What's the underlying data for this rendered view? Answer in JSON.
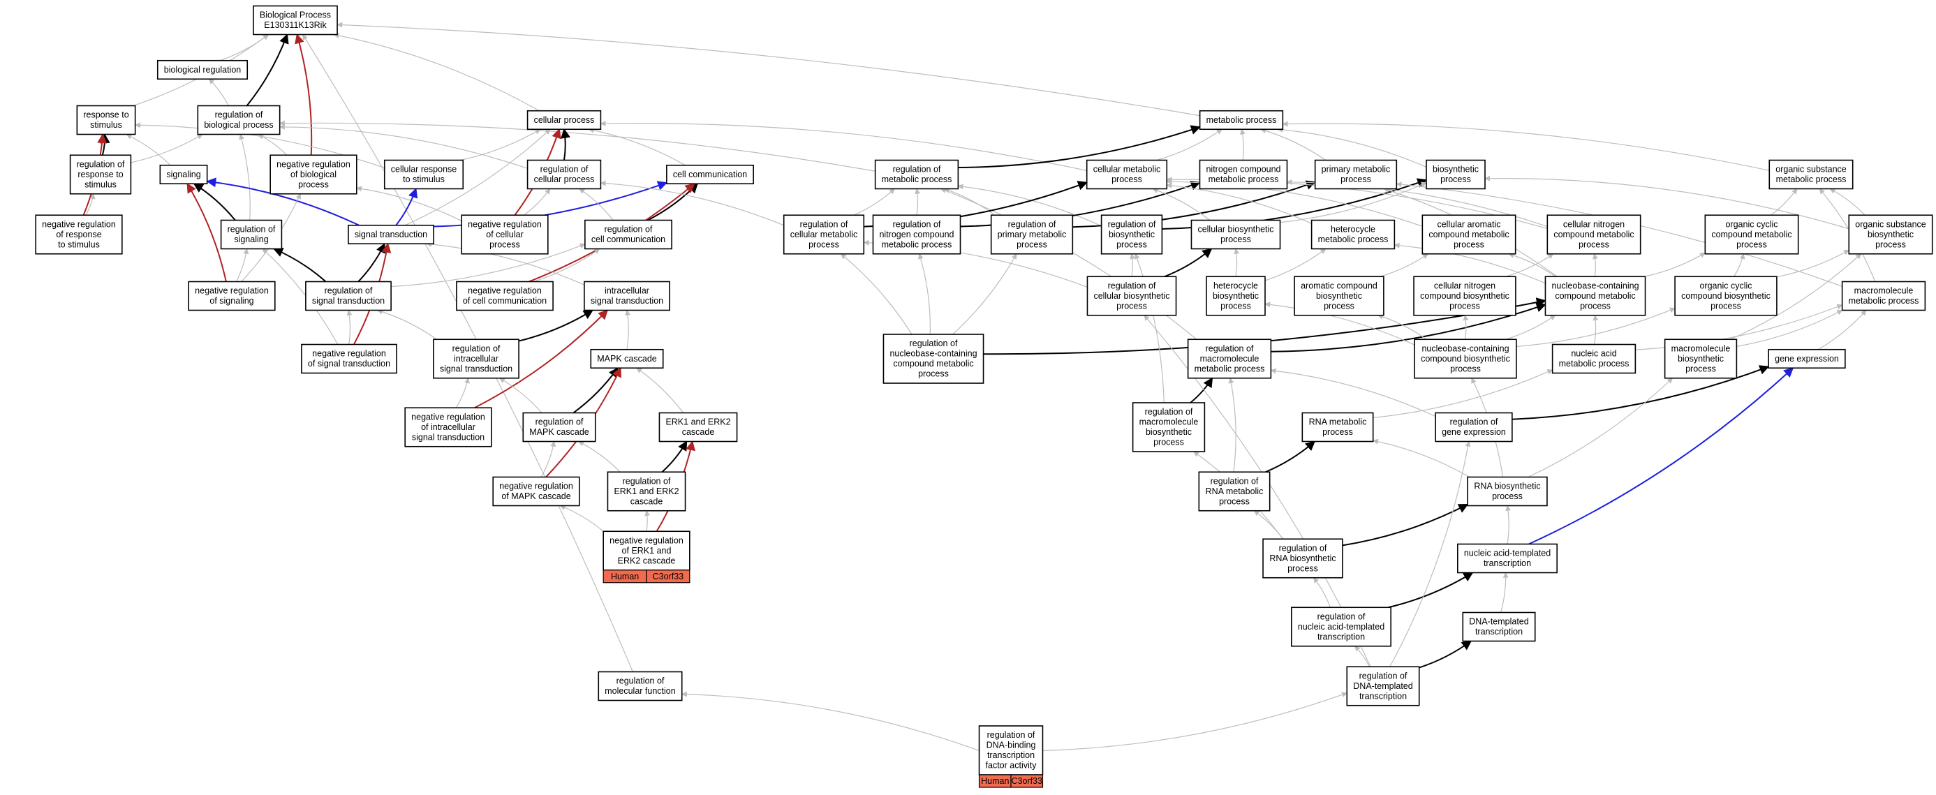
{
  "colors": {
    "gray": "#bdbdbd",
    "black": "#000000",
    "red": "#b22222",
    "blue": "#1f1fe0",
    "badge": "#f26b4f"
  },
  "nodes": [
    {
      "id": "bp",
      "lines": [
        "Biological Process",
        "E130311K13Rik"
      ]
    },
    {
      "id": "bioreg",
      "lines": [
        "biological regulation"
      ]
    },
    {
      "id": "rts",
      "lines": [
        "response to",
        "stimulus"
      ]
    },
    {
      "id": "rbp",
      "lines": [
        "regulation of",
        "biological process"
      ]
    },
    {
      "id": "cp",
      "lines": [
        "cellular process"
      ]
    },
    {
      "id": "mp",
      "lines": [
        "metabolic process"
      ]
    },
    {
      "id": "rrts",
      "lines": [
        "regulation of",
        "response to",
        "stimulus"
      ]
    },
    {
      "id": "sig",
      "lines": [
        "signaling"
      ]
    },
    {
      "id": "nrbp",
      "lines": [
        "negative regulation",
        "of biological",
        "process"
      ]
    },
    {
      "id": "crts",
      "lines": [
        "cellular response",
        "to stimulus"
      ]
    },
    {
      "id": "rcp",
      "lines": [
        "regulation of",
        "cellular process"
      ]
    },
    {
      "id": "cc",
      "lines": [
        "cell communication"
      ]
    },
    {
      "id": "rmp",
      "lines": [
        "regulation of",
        "metabolic process"
      ]
    },
    {
      "id": "cmp",
      "lines": [
        "cellular metabolic",
        "process"
      ]
    },
    {
      "id": "ncmp",
      "lines": [
        "nitrogen compound",
        "metabolic process"
      ]
    },
    {
      "id": "pmp",
      "lines": [
        "primary metabolic",
        "process"
      ]
    },
    {
      "id": "bsp",
      "lines": [
        "biosynthetic",
        "process"
      ]
    },
    {
      "id": "osmp",
      "lines": [
        "organic substance",
        "metabolic process"
      ]
    },
    {
      "id": "nrrts",
      "lines": [
        "negative regulation",
        "of response",
        "to stimulus"
      ]
    },
    {
      "id": "rsig",
      "lines": [
        "regulation of",
        "signaling"
      ]
    },
    {
      "id": "st",
      "lines": [
        "signal transduction"
      ]
    },
    {
      "id": "nrcp",
      "lines": [
        "negative regulation",
        "of cellular",
        "process"
      ]
    },
    {
      "id": "rcc",
      "lines": [
        "regulation of",
        "cell communication"
      ]
    },
    {
      "id": "rcmp",
      "lines": [
        "regulation of",
        "cellular metabolic",
        "process"
      ]
    },
    {
      "id": "rncmp",
      "lines": [
        "regulation of",
        "nitrogen compound",
        "metabolic process"
      ]
    },
    {
      "id": "rpmp",
      "lines": [
        "regulation of",
        "primary metabolic",
        "process"
      ]
    },
    {
      "id": "rbsp",
      "lines": [
        "regulation of",
        "biosynthetic",
        "process"
      ]
    },
    {
      "id": "cbp",
      "lines": [
        "cellular biosynthetic",
        "process"
      ]
    },
    {
      "id": "hmp",
      "lines": [
        "heterocycle",
        "metabolic process"
      ]
    },
    {
      "id": "camp",
      "lines": [
        "cellular aromatic",
        "compound metabolic",
        "process"
      ]
    },
    {
      "id": "cnmp",
      "lines": [
        "cellular nitrogen",
        "compound metabolic",
        "process"
      ]
    },
    {
      "id": "occmp",
      "lines": [
        "organic cyclic",
        "compound metabolic",
        "process"
      ]
    },
    {
      "id": "osbp",
      "lines": [
        "organic substance",
        "biosynthetic",
        "process"
      ]
    },
    {
      "id": "nrsig",
      "lines": [
        "negative regulation",
        "of signaling"
      ]
    },
    {
      "id": "rst",
      "lines": [
        "regulation of",
        "signal transduction"
      ]
    },
    {
      "id": "nrcc",
      "lines": [
        "negative regulation",
        "of cell communication"
      ]
    },
    {
      "id": "ist",
      "lines": [
        "intracellular",
        "signal transduction"
      ]
    },
    {
      "id": "rcbp",
      "lines": [
        "regulation of",
        "cellular biosynthetic",
        "process"
      ]
    },
    {
      "id": "hbp",
      "lines": [
        "heterocycle",
        "biosynthetic",
        "process"
      ]
    },
    {
      "id": "acbp",
      "lines": [
        "aromatic compound",
        "biosynthetic",
        "process"
      ]
    },
    {
      "id": "cncbp",
      "lines": [
        "cellular nitrogen",
        "compound biosynthetic",
        "process"
      ]
    },
    {
      "id": "nbcmp",
      "lines": [
        "nucleobase-containing",
        "compound metabolic",
        "process"
      ]
    },
    {
      "id": "occbp",
      "lines": [
        "organic cyclic",
        "compound biosynthetic",
        "process"
      ]
    },
    {
      "id": "mmp",
      "lines": [
        "macromolecule",
        "metabolic process"
      ]
    },
    {
      "id": "nrst",
      "lines": [
        "negative regulation",
        "of signal transduction"
      ]
    },
    {
      "id": "rist",
      "lines": [
        "regulation of",
        "intracellular",
        "signal transduction"
      ]
    },
    {
      "id": "mapk",
      "lines": [
        "MAPK cascade"
      ]
    },
    {
      "id": "rnbcmp",
      "lines": [
        "regulation of",
        "nucleobase-containing",
        "compound metabolic",
        "process"
      ]
    },
    {
      "id": "rmmp",
      "lines": [
        "regulation of",
        "macromolecule",
        "metabolic process"
      ]
    },
    {
      "id": "nbcbp",
      "lines": [
        "nucleobase-containing",
        "compound biosynthetic",
        "process"
      ]
    },
    {
      "id": "namp",
      "lines": [
        "nucleic acid",
        "metabolic process"
      ]
    },
    {
      "id": "mbp",
      "lines": [
        "macromolecule",
        "biosynthetic",
        "process"
      ]
    },
    {
      "id": "ge",
      "lines": [
        "gene expression"
      ]
    },
    {
      "id": "nrist",
      "lines": [
        "negative regulation",
        "of intracellular",
        "signal transduction"
      ]
    },
    {
      "id": "rmapk",
      "lines": [
        "regulation of",
        "MAPK cascade"
      ]
    },
    {
      "id": "erk",
      "lines": [
        "ERK1 and ERK2",
        "cascade"
      ]
    },
    {
      "id": "rmbp",
      "lines": [
        "regulation of",
        "macromolecule",
        "biosynthetic",
        "process"
      ]
    },
    {
      "id": "rnamp",
      "lines": [
        "RNA metabolic",
        "process"
      ]
    },
    {
      "id": "rge",
      "lines": [
        "regulation of",
        "gene expression"
      ]
    },
    {
      "id": "nrmapk",
      "lines": [
        "negative regulation",
        "of MAPK cascade"
      ]
    },
    {
      "id": "rerk",
      "lines": [
        "regulation of",
        "ERK1 and ERK2",
        "cascade"
      ]
    },
    {
      "id": "rrnamp",
      "lines": [
        "regulation of",
        "RNA metabolic",
        "process"
      ]
    },
    {
      "id": "rnabp",
      "lines": [
        "RNA biosynthetic",
        "process"
      ]
    },
    {
      "id": "nrerk",
      "lines": [
        "negative regulation",
        "of ERK1 and",
        "ERK2 cascade"
      ],
      "badge": [
        "Human",
        "C3orf33"
      ]
    },
    {
      "id": "rrnabp",
      "lines": [
        "regulation of",
        "RNA biosynthetic",
        "process"
      ]
    },
    {
      "id": "natt",
      "lines": [
        "nucleic acid-templated",
        "transcription"
      ]
    },
    {
      "id": "dtt",
      "lines": [
        "DNA-templated",
        "transcription"
      ]
    },
    {
      "id": "rnatt",
      "lines": [
        "regulation of",
        "nucleic acid-templated",
        "transcription"
      ]
    },
    {
      "id": "rmf",
      "lines": [
        "regulation of",
        "molecular function"
      ]
    },
    {
      "id": "rdtt",
      "lines": [
        "regulation of",
        "DNA-templated",
        "transcription"
      ]
    },
    {
      "id": "rdbtfa",
      "lines": [
        "regulation of",
        "DNA-binding",
        "transcription",
        "factor activity"
      ],
      "badge": [
        "Human",
        "C3orf33"
      ]
    }
  ],
  "edges": [
    [
      "bioreg",
      "bp",
      "gray"
    ],
    [
      "rts",
      "bp",
      "gray"
    ],
    [
      "rbp",
      "bp",
      "black"
    ],
    [
      "nrbp",
      "bp",
      "red"
    ],
    [
      "cp",
      "bp",
      "gray"
    ],
    [
      "mp",
      "bp",
      "gray"
    ],
    [
      "rmf",
      "bp",
      "gray"
    ],
    [
      "rbp",
      "bioreg",
      "gray"
    ],
    [
      "rrts",
      "rts",
      "black"
    ],
    [
      "nrrts",
      "rts",
      "red"
    ],
    [
      "crts",
      "rts",
      "gray"
    ],
    [
      "sig",
      "rts",
      "gray"
    ],
    [
      "rrts",
      "rbp",
      "gray"
    ],
    [
      "rsig",
      "rbp",
      "gray"
    ],
    [
      "nrbp",
      "rbp",
      "gray"
    ],
    [
      "rcp",
      "rbp",
      "gray"
    ],
    [
      "rmp",
      "rbp",
      "gray"
    ],
    [
      "crts",
      "cp",
      "gray"
    ],
    [
      "rcp",
      "cp",
      "black"
    ],
    [
      "cc",
      "cp",
      "gray"
    ],
    [
      "nrcp",
      "cp",
      "red"
    ],
    [
      "cmp",
      "cp",
      "gray"
    ],
    [
      "rmp",
      "mp",
      "black"
    ],
    [
      "cmp",
      "mp",
      "gray"
    ],
    [
      "ncmp",
      "mp",
      "gray"
    ],
    [
      "pmp",
      "mp",
      "gray"
    ],
    [
      "bsp",
      "mp",
      "gray"
    ],
    [
      "osmp",
      "mp",
      "gray"
    ],
    [
      "nrrts",
      "rrts",
      "gray"
    ],
    [
      "rsig",
      "sig",
      "black"
    ],
    [
      "nrsig",
      "sig",
      "red"
    ],
    [
      "st",
      "sig",
      "blue"
    ],
    [
      "nrsig",
      "nrbp",
      "gray"
    ],
    [
      "nrcp",
      "nrbp",
      "gray"
    ],
    [
      "st",
      "crts",
      "blue"
    ],
    [
      "st",
      "cp",
      "gray"
    ],
    [
      "st",
      "cc",
      "blue"
    ],
    [
      "rcc",
      "cc",
      "black"
    ],
    [
      "nrcc",
      "cc",
      "red"
    ],
    [
      "nrcp",
      "rcp",
      "gray"
    ],
    [
      "rcc",
      "rcp",
      "gray"
    ],
    [
      "rcmp",
      "rcp",
      "gray"
    ],
    [
      "rcmp",
      "rmp",
      "gray"
    ],
    [
      "rncmp",
      "rmp",
      "gray"
    ],
    [
      "rpmp",
      "rmp",
      "gray"
    ],
    [
      "rbsp",
      "rmp",
      "gray"
    ],
    [
      "rmmp",
      "rmp",
      "gray"
    ],
    [
      "rcmp",
      "cmp",
      "black"
    ],
    [
      "rncmp",
      "ncmp",
      "black"
    ],
    [
      "rpmp",
      "pmp",
      "black"
    ],
    [
      "rbsp",
      "bsp",
      "black"
    ],
    [
      "cbp",
      "bsp",
      "gray"
    ],
    [
      "osbp",
      "bsp",
      "gray"
    ],
    [
      "cbp",
      "cmp",
      "gray"
    ],
    [
      "hmp",
      "cmp",
      "gray"
    ],
    [
      "camp",
      "cmp",
      "gray"
    ],
    [
      "cnmp",
      "cmp",
      "gray"
    ],
    [
      "cnmp",
      "ncmp",
      "gray"
    ],
    [
      "nbcmp",
      "pmp",
      "gray"
    ],
    [
      "mmp",
      "pmp",
      "gray"
    ],
    [
      "occmp",
      "osmp",
      "gray"
    ],
    [
      "osbp",
      "osmp",
      "gray"
    ],
    [
      "mmp",
      "osmp",
      "gray"
    ],
    [
      "rst",
      "rsig",
      "black"
    ],
    [
      "nrst",
      "rsig",
      "gray"
    ],
    [
      "rst",
      "st",
      "black"
    ],
    [
      "nrst",
      "st",
      "red"
    ],
    [
      "ist",
      "st",
      "gray"
    ],
    [
      "nrcc",
      "rcc",
      "gray"
    ],
    [
      "rst",
      "rcc",
      "gray"
    ],
    [
      "nrsig",
      "rsig",
      "gray"
    ],
    [
      "rcbp",
      "cbp",
      "black"
    ],
    [
      "hbp",
      "hmp",
      "gray"
    ],
    [
      "hbp",
      "cbp",
      "gray"
    ],
    [
      "acbp",
      "camp",
      "gray"
    ],
    [
      "cncbp",
      "cnmp",
      "gray"
    ],
    [
      "nbcmp",
      "hmp",
      "gray"
    ],
    [
      "nbcmp",
      "camp",
      "gray"
    ],
    [
      "nbcmp",
      "cnmp",
      "gray"
    ],
    [
      "occbp",
      "occmp",
      "gray"
    ],
    [
      "occbp",
      "osbp",
      "gray"
    ],
    [
      "nbcmp",
      "occmp",
      "gray"
    ],
    [
      "rist",
      "ist",
      "black"
    ],
    [
      "mapk",
      "ist",
      "gray"
    ],
    [
      "nrist",
      "ist",
      "red"
    ],
    [
      "nrst",
      "rst",
      "gray"
    ],
    [
      "rist",
      "rst",
      "gray"
    ],
    [
      "rcbp",
      "rcmp",
      "gray"
    ],
    [
      "rcbp",
      "rbsp",
      "gray"
    ],
    [
      "rnbcmp",
      "rcmp",
      "gray"
    ],
    [
      "rnbcmp",
      "rncmp",
      "gray"
    ],
    [
      "rnbcmp",
      "rpmp",
      "gray"
    ],
    [
      "rnbcmp",
      "nbcmp",
      "black"
    ],
    [
      "rmmp",
      "nbcmp",
      "black"
    ],
    [
      "nbcbp",
      "hbp",
      "gray"
    ],
    [
      "nbcbp",
      "acbp",
      "gray"
    ],
    [
      "nbcbp",
      "cncbp",
      "gray"
    ],
    [
      "nbcbp",
      "nbcmp",
      "gray"
    ],
    [
      "nbcbp",
      "occbp",
      "gray"
    ],
    [
      "namp",
      "nbcmp",
      "gray"
    ],
    [
      "mbp",
      "osbp",
      "gray"
    ],
    [
      "mbp",
      "mmp",
      "gray"
    ],
    [
      "ge",
      "mmp",
      "gray"
    ],
    [
      "namp",
      "mmp",
      "gray"
    ],
    [
      "rmapk",
      "mapk",
      "black"
    ],
    [
      "erk",
      "mapk",
      "gray"
    ],
    [
      "nrmapk",
      "mapk",
      "red"
    ],
    [
      "nrist",
      "rist",
      "gray"
    ],
    [
      "rmapk",
      "rist",
      "gray"
    ],
    [
      "rmbp",
      "rmmp",
      "black"
    ],
    [
      "rmbp",
      "rbsp",
      "gray"
    ],
    [
      "rge",
      "rmmp",
      "gray"
    ],
    [
      "rrnamp",
      "rmmp",
      "gray"
    ],
    [
      "rnamp",
      "namp",
      "gray"
    ],
    [
      "rge",
      "ge",
      "black"
    ],
    [
      "nrmapk",
      "rmapk",
      "gray"
    ],
    [
      "rerk",
      "rmapk",
      "gray"
    ],
    [
      "rerk",
      "erk",
      "black"
    ],
    [
      "nrerk",
      "erk",
      "red"
    ],
    [
      "nrerk",
      "rerk",
      "gray"
    ],
    [
      "nrerk",
      "nrmapk",
      "gray"
    ],
    [
      "rrnamp",
      "rnamp",
      "black"
    ],
    [
      "rnabp",
      "rnamp",
      "gray"
    ],
    [
      "rnabp",
      "mbp",
      "gray"
    ],
    [
      "rnabp",
      "nbcbp",
      "gray"
    ],
    [
      "rrnabp",
      "rrnamp",
      "gray"
    ],
    [
      "rrnabp",
      "rnabp",
      "black"
    ],
    [
      "rrnabp",
      "rmbp",
      "gray"
    ],
    [
      "natt",
      "rnabp",
      "gray"
    ],
    [
      "natt",
      "ge",
      "blue"
    ],
    [
      "rnatt",
      "rrnabp",
      "gray"
    ],
    [
      "rnatt",
      "natt",
      "black"
    ],
    [
      "dtt",
      "natt",
      "gray"
    ],
    [
      "rdtt",
      "rnatt",
      "gray"
    ],
    [
      "rdtt",
      "dtt",
      "black"
    ],
    [
      "rdtt",
      "rge",
      "gray"
    ],
    [
      "rdtt",
      "rcbp",
      "gray"
    ],
    [
      "rdbtfa",
      "rmf",
      "gray"
    ],
    [
      "rdbtfa",
      "rdtt",
      "gray"
    ]
  ]
}
